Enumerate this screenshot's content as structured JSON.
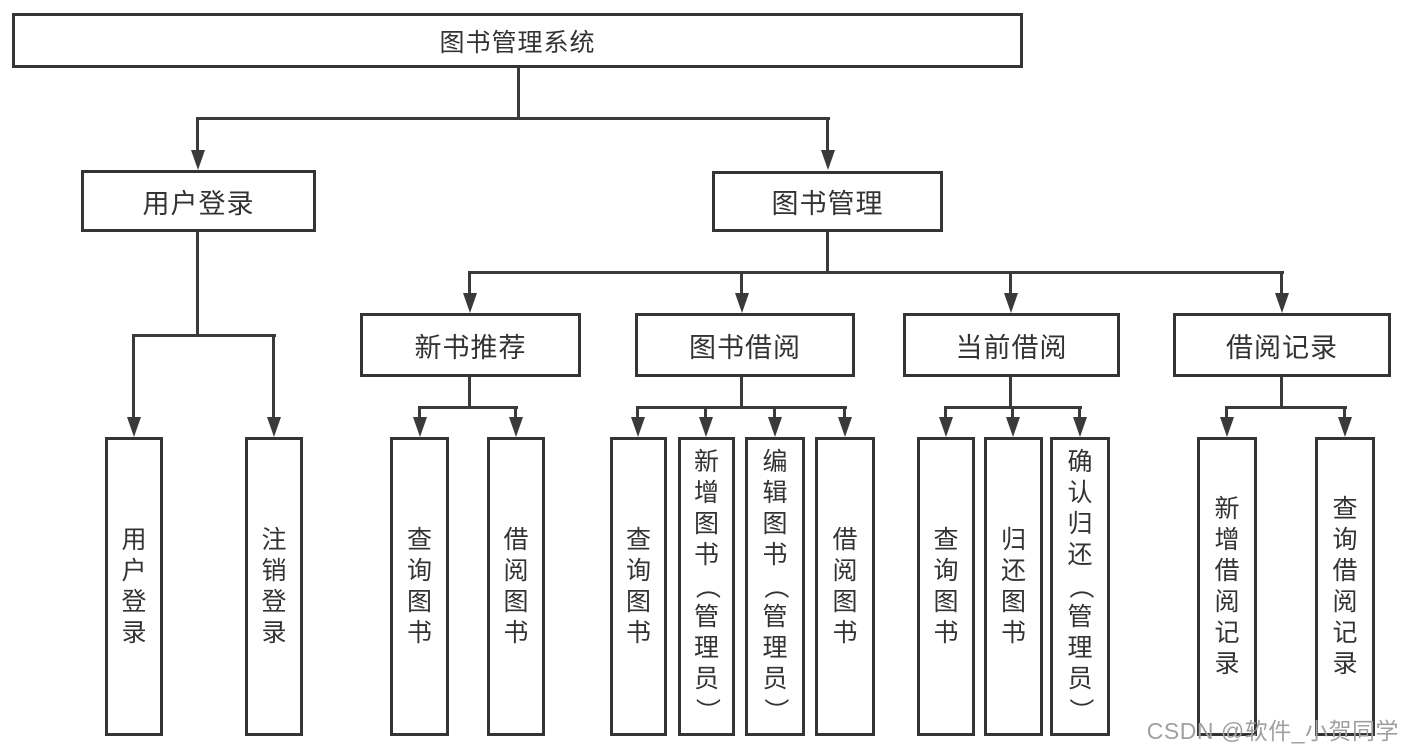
{
  "colors": {
    "line": "#3a3a3a",
    "text": "#333333",
    "watermark": "#a0a0a0",
    "background": "#ffffff"
  },
  "tree": {
    "root": {
      "label": "图书管理系统",
      "children": [
        {
          "label": "用户登录",
          "children": [
            {
              "label": "用户登录"
            },
            {
              "label": "注销登录"
            }
          ]
        },
        {
          "label": "图书管理",
          "children": [
            {
              "label": "新书推荐",
              "children": [
                {
                  "label": "查询图书"
                },
                {
                  "label": "借阅图书"
                }
              ]
            },
            {
              "label": "图书借阅",
              "children": [
                {
                  "label": "查询图书"
                },
                {
                  "label": "新增图书（管理员）"
                },
                {
                  "label": "编辑图书（管理员）"
                },
                {
                  "label": "借阅图书"
                }
              ]
            },
            {
              "label": "当前借阅",
              "children": [
                {
                  "label": "查询图书"
                },
                {
                  "label": "归还图书"
                },
                {
                  "label": "确认归还（管理员）"
                }
              ]
            },
            {
              "label": "借阅记录",
              "children": [
                {
                  "label": "新增借阅记录"
                },
                {
                  "label": "查询借阅记录"
                }
              ]
            }
          ]
        }
      ]
    }
  },
  "watermark": {
    "text": "CSDN @软件_小贺同学"
  }
}
